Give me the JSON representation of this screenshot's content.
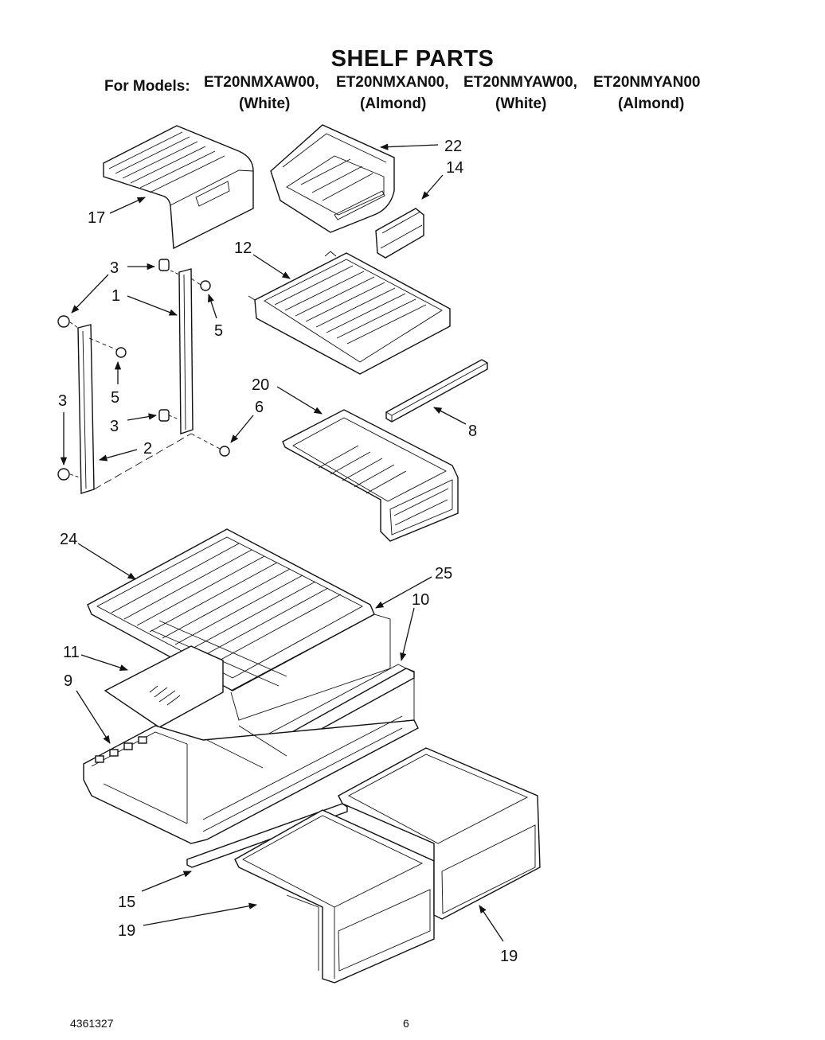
{
  "header": {
    "title": "SHELF PARTS",
    "models_label": "For Models:",
    "models": [
      {
        "code": "ET20NMXAW00,",
        "variant": "(White)"
      },
      {
        "code": "ET20NMXAN00,",
        "variant": "(Almond)"
      },
      {
        "code": "ET20NMYAW00,",
        "variant": "(White)"
      },
      {
        "code": "ET20NMYAN00",
        "variant": "(Almond)"
      }
    ]
  },
  "callouts": {
    "c22": "22",
    "c14": "14",
    "c17": "17",
    "c12": "12",
    "c3a": "3",
    "c1": "1",
    "c5a": "5",
    "c3b": "3",
    "c5b": "5",
    "c3c": "3",
    "c3d": "3",
    "c2": "2",
    "c6": "6",
    "c20": "20",
    "c8": "8",
    "c24": "24",
    "c25": "25",
    "c10": "10",
    "c11": "11",
    "c9": "9",
    "c15": "15",
    "c19a": "19",
    "c19b": "19"
  },
  "footer": {
    "doc_number": "4361327",
    "page_number": "6"
  }
}
